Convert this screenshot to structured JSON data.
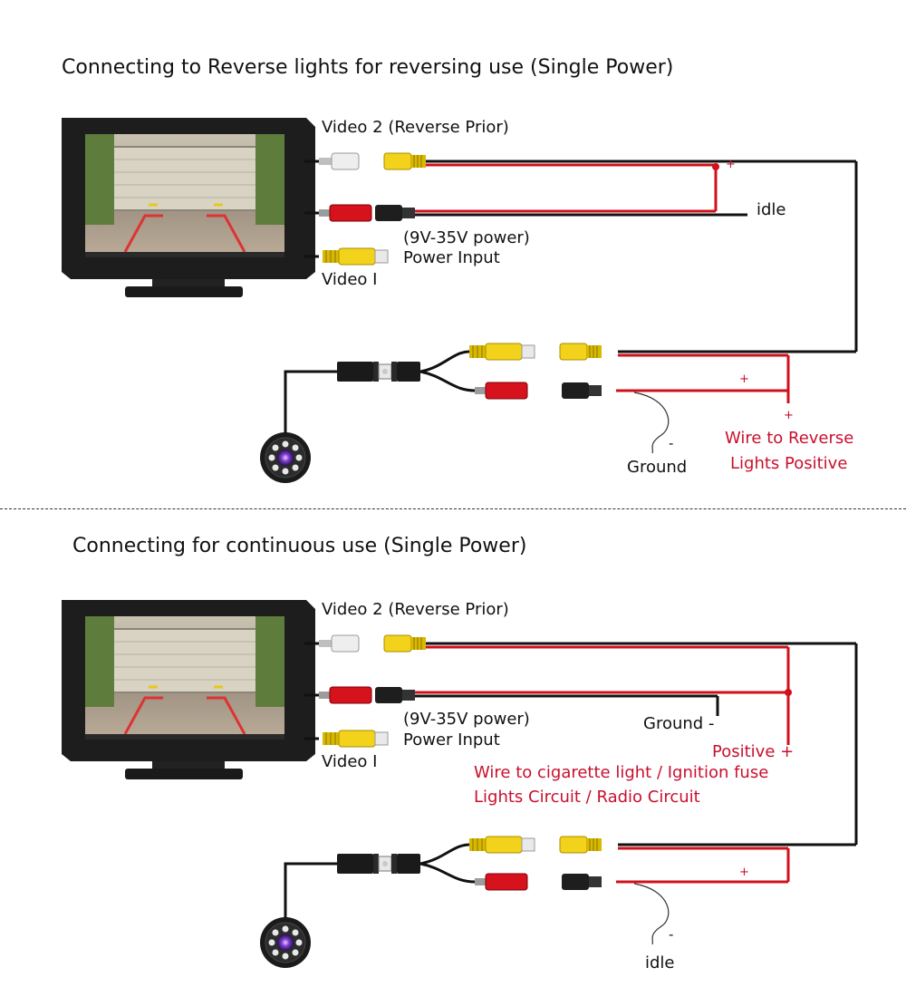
{
  "diagram1": {
    "title": "Connecting to Reverse lights for reversing use (Single Power)",
    "video2": "Video 2 (Reverse Prior)",
    "power_line1": "(9V-35V power)",
    "power_line2": "Power Input",
    "video1": "Video I",
    "idle": "idle",
    "plus_top": "+",
    "plus_mid": "+",
    "plus_low": "+",
    "minus": "-",
    "ground": "Ground",
    "wire_line1": "Wire to Reverse",
    "wire_line2": "Lights Positive"
  },
  "diagram2": {
    "title": "Connecting for continuous use (Single Power)",
    "video2": "Video 2 (Reverse Prior)",
    "power_line1": "(9V-35V power)",
    "power_line2": "Power Input",
    "video1": "Video I",
    "ground": "Ground -",
    "positive": "Positive +",
    "wire_line1": "Wire to cigarette light / Ignition fuse",
    "wire_line2": "Lights Circuit / Radio Circuit",
    "plus_low": "+",
    "minus": "-",
    "idle": "idle"
  },
  "colors": {
    "red_wire": "#d0101a",
    "black_wire": "#111111",
    "yellow_plug": "#f2d21b",
    "label_red": "#c8102e"
  }
}
